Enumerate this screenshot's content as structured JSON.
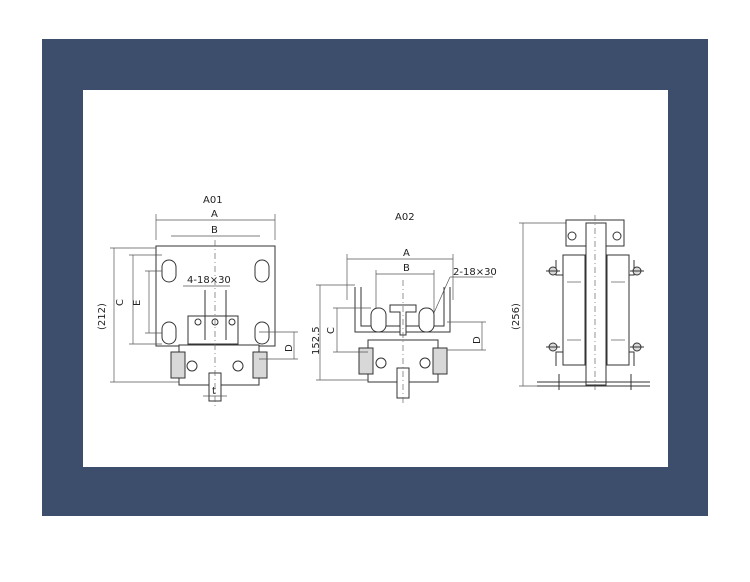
{
  "views": {
    "a01": {
      "title": "A01",
      "dim_a": "A",
      "dim_b": "B",
      "dim_c": "C",
      "dim_e": "E",
      "dim_d": "D",
      "dim_t": "t",
      "dim_height": "(212)",
      "hole_note": "4-18×30"
    },
    "a02": {
      "title": "A02",
      "dim_a": "A",
      "dim_b": "B",
      "dim_c": "C",
      "dim_d": "D",
      "dim_height": "152.5",
      "hole_note": "2-18×30"
    },
    "side": {
      "dim_height": "(256)"
    }
  },
  "colors": {
    "frame": "#3c4e6b",
    "sheet": "#ffffff",
    "line": "#333333"
  }
}
